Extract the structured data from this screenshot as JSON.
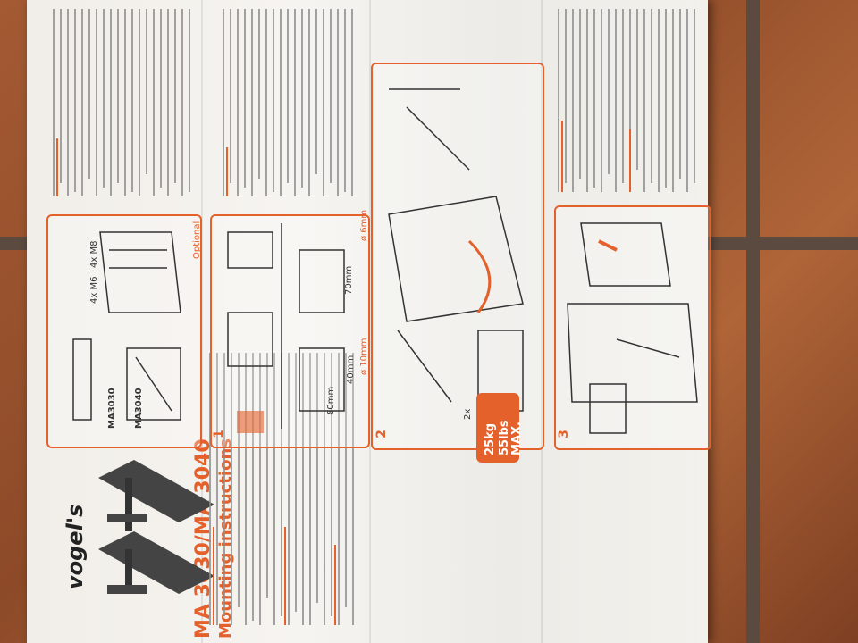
{
  "brand": "vogel's",
  "title": "MA 3030/MA 3040",
  "subtitle": "Mounting instructions",
  "labels": {
    "ma3030": "MA3030",
    "ma3040": "MA3040",
    "step1": "1",
    "step2": "2",
    "step3": "3",
    "optional": "Optional",
    "weight1": "25kg",
    "weight2": "55lbs",
    "weight3": "MAX.",
    "dim1": "70mm",
    "dim2": "80mm",
    "dim3": "40mm",
    "dim4": "ø 6mm",
    "dim5": "ø 10mm",
    "screws1": "4x M6",
    "screws2": "4x M8",
    "count": "2x",
    "colors": {
      "accent": "#e5612c"
    }
  }
}
